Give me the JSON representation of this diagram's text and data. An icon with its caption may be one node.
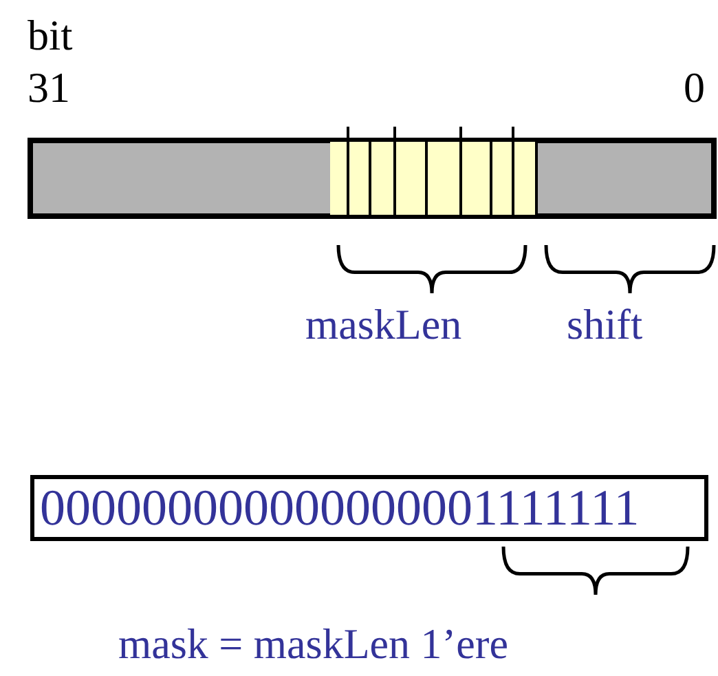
{
  "diagram": {
    "nodes": [
      {
        "text": [],
        "shape": "box"
      },
      {
        "text": [],
        "shape": "box"
      },
      {
        "text": [],
        "shape": "box"
      },
      {
        "text": [
          "000000000000000001111111"
        ]
      }
    ],
    "labels": [
      "bit",
      "31",
      "0",
      "maskLen",
      "shift",
      "mask = maskLen 1’ere"
    ]
  }
}
